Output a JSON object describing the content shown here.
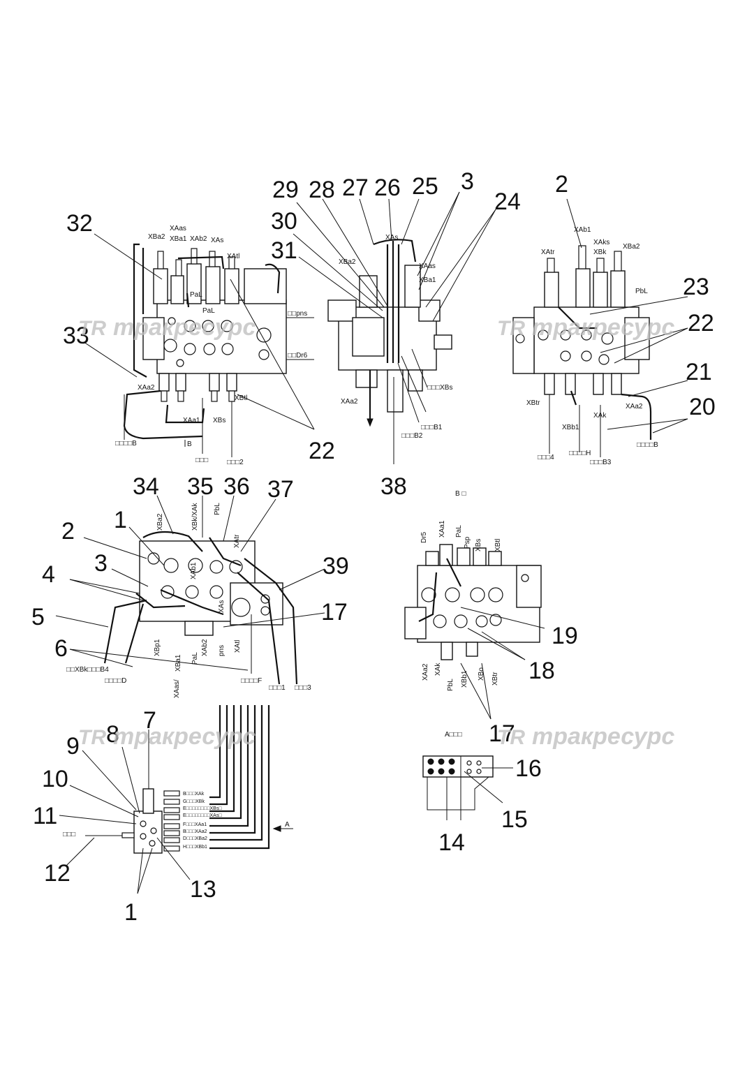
{
  "watermark": {
    "text": "тракресурс",
    "logo": "TR"
  },
  "view_a": {
    "callouts": [
      "32",
      "33",
      "22"
    ],
    "labels": [
      "XBa2",
      "XAas",
      "XBa1",
      "XAb2",
      "XAs",
      "XAtl",
      "PaL",
      "PaL",
      "□□pns",
      "□□Dr6",
      "XAa2",
      "XAa1",
      "XBs",
      "XBtl",
      "□□□□B",
      "B",
      "□□□",
      "□□□2"
    ]
  },
  "view_b": {
    "callouts": [
      "29",
      "28",
      "27",
      "26",
      "25",
      "3",
      "24",
      "30",
      "31",
      "38"
    ],
    "labels": [
      "XAs",
      "XBa2",
      "XAas",
      "XBa1",
      "XAa2",
      "□□□XBs",
      "□□□B1",
      "□□□B2"
    ],
    "caption": "B □"
  },
  "view_c": {
    "callouts": [
      "2",
      "23",
      "22",
      "21",
      "20"
    ],
    "labels": [
      "XAb1",
      "XAtr",
      "XBk",
      "XAks",
      "XBa2",
      "PbL",
      "XBtr",
      "XBb1",
      "XAk",
      "XAa2",
      "□□□4",
      "□□□□H",
      "□□□B3",
      "□□□□B"
    ]
  },
  "view_d": {
    "callouts": [
      "34",
      "35",
      "36",
      "37",
      "1",
      "2",
      "3",
      "4",
      "5",
      "6",
      "39",
      "17"
    ],
    "labels": [
      "XBa2",
      "XBk/XAk",
      "PbL",
      "XAtr",
      "XAb1",
      "XAs",
      "XBp1",
      "XAb2",
      "pns",
      "XAtl",
      "XBa1",
      "PaL",
      "XAas/",
      "□□XBk□□□B4",
      "□□□□D",
      "□□□□F",
      "□□□1",
      "□□□3"
    ]
  },
  "view_e": {
    "callouts": [
      "19",
      "18",
      "17"
    ],
    "labels": [
      "Dr5",
      "XAa1",
      "PaL",
      "Psp",
      "XBs",
      "XBtl",
      "XAa2",
      "XAk",
      "PbL",
      "XBb1",
      "XBo",
      "XBtr"
    ]
  },
  "view_f": {
    "callouts": [
      "8",
      "7",
      "9",
      "10",
      "11",
      "12",
      "13",
      "1"
    ],
    "labels": [
      "B□□□XAk",
      "G□□□XBk",
      "E□□□□□□□□XBs□",
      "E□□□□□□□□XAs□",
      "F□□□XAa1",
      "B□□□XAa2",
      "D□□□XBa2",
      "H□□□XBb1",
      "□□□",
      "A"
    ]
  },
  "view_g": {
    "callouts": [
      "16",
      "15",
      "14"
    ],
    "caption": "A□□□"
  }
}
